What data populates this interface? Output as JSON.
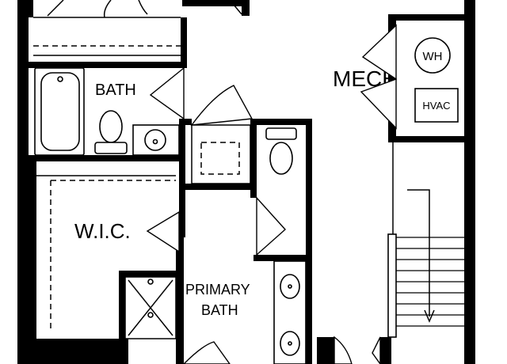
{
  "rooms": {
    "bath": "BATH",
    "mech": "MECH",
    "wic": "W.I.C.",
    "primary_bath_line1": "PRIMARY",
    "primary_bath_line2": "BATH"
  },
  "equipment": {
    "water_heater": "WH",
    "hvac": "HVAC"
  },
  "colors": {
    "wall": "#000000",
    "background": "#ffffff"
  }
}
